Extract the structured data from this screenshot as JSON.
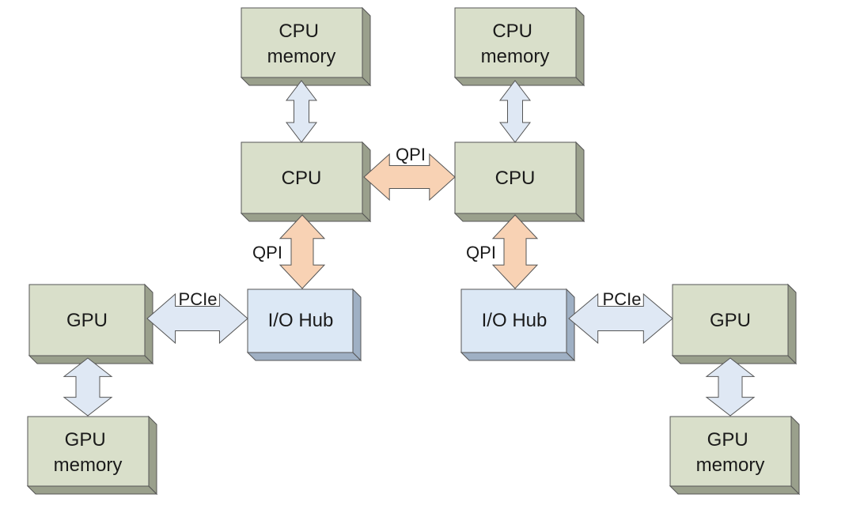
{
  "colors": {
    "box_fill": "#d9dfca",
    "box_top": "#e7ebdb",
    "box_side": "#9aa08c",
    "hub_fill": "#dce8f5",
    "hub_top": "#eaf1fa",
    "hub_side": "#9fb0c4",
    "qpi_arrow": "#f8d2b4",
    "pcie_arrow": "#dfe8f4",
    "outline": "#555555"
  },
  "nodes": {
    "cpu_mem_left": [
      "CPU",
      "memory"
    ],
    "cpu_mem_right": [
      "CPU",
      "memory"
    ],
    "cpu_left": [
      "CPU"
    ],
    "cpu_right": [
      "CPU"
    ],
    "hub_left": [
      "I/O Hub"
    ],
    "hub_right": [
      "I/O Hub"
    ],
    "gpu_left": [
      "GPU"
    ],
    "gpu_right": [
      "GPU"
    ],
    "gpu_mem_left": [
      "GPU",
      "memory"
    ],
    "gpu_mem_right": [
      "GPU",
      "memory"
    ]
  },
  "links": {
    "qpi_cpu_cpu": "QPI",
    "qpi_cpu_hub_left": "QPI",
    "qpi_cpu_hub_right": "QPI",
    "pcie_left": "PCIe",
    "pcie_right": "PCIe"
  }
}
